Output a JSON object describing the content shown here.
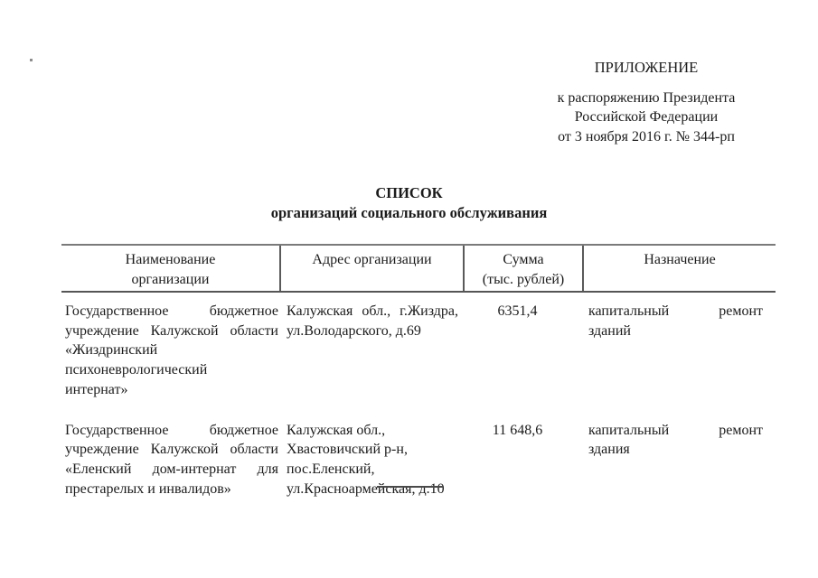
{
  "colors": {
    "ink": "#1b1b1b",
    "table_line": "#5a5a5a",
    "paper": "#ffffff"
  },
  "appendix": {
    "label": "ПРИЛОЖЕНИЕ",
    "ref_lines": [
      "к распоряжению Президента",
      "Российской Федерации",
      "от 3 ноября 2016 г. № 344-рп"
    ]
  },
  "title": {
    "line1": "СПИСОК",
    "line2": "организаций социального обслуживания"
  },
  "table": {
    "columns": [
      {
        "id": "name",
        "lines": [
          "Наименование",
          "организации"
        ]
      },
      {
        "id": "address",
        "lines": [
          "Адрес организации"
        ]
      },
      {
        "id": "sum",
        "lines": [
          "Сумма",
          "(тыс. рублей)"
        ]
      },
      {
        "id": "purpose",
        "lines": [
          "Назначение"
        ]
      }
    ],
    "rows": [
      {
        "name": [
          {
            "t": "Государственное бюджетное",
            "j": 1
          },
          {
            "t": "учреждение Калужской области",
            "j": 1
          },
          {
            "t": "«Жиздринский"
          },
          {
            "t": "психоневрологический"
          },
          {
            "t": "интернат»"
          }
        ],
        "address": [
          {
            "t": "Калужская обл., г.Жиздра,",
            "j": 1
          },
          {
            "t": "ул.Володарского, д.69"
          }
        ],
        "sum": "6351,4",
        "purpose": [
          {
            "t": "капитальный ремонт",
            "j": 1
          },
          {
            "t": "зданий"
          }
        ]
      },
      {
        "name": [
          {
            "t": "Государственное бюджетное",
            "j": 1
          },
          {
            "t": "учреждение Калужской области",
            "j": 1
          },
          {
            "t": "«Еленский дом-интернат для",
            "j": 1
          },
          {
            "t": "престарелых и инвалидов»"
          }
        ],
        "address": [
          {
            "t": "Калужская обл.,"
          },
          {
            "t": "Хвастовичский р-н,"
          },
          {
            "t": "пос.Еленский,"
          },
          {
            "t": "ул.Красноармейская, д.10"
          }
        ],
        "sum": "11 648,6",
        "purpose": [
          {
            "t": "капитальный ремонт",
            "j": 1
          },
          {
            "t": "здания"
          }
        ]
      }
    ]
  }
}
